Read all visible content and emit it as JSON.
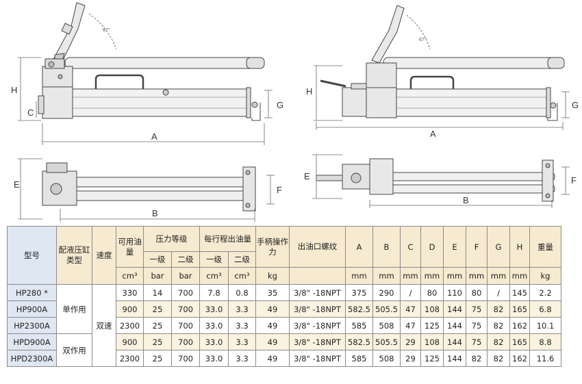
{
  "drawing_labels": {
    "left_side": {
      "H": "H",
      "C": "C",
      "G": "G",
      "A": "A",
      "angle": "67°"
    },
    "left_top": {
      "E": "E",
      "F": "F",
      "B": "B"
    },
    "right_side": {
      "H": "H",
      "G": "G",
      "A": "A",
      "angle": "67°"
    },
    "right_top": {
      "E": "E",
      "F": "F",
      "B": "B"
    }
  },
  "table": {
    "headers": {
      "model": "型号",
      "cylinder_type": "配液压缸类型",
      "speed": "速度",
      "usable_oil": "可用油量",
      "pressure_level": "压力等级",
      "oil_per_stroke": "每行程出油量",
      "handle_force": "手柄操作力",
      "outlet_thread": "出油口螺纹",
      "A": "A",
      "B": "B",
      "C": "C",
      "D": "D",
      "E": "E",
      "F": "F",
      "G": "G",
      "H": "H",
      "weight": "重量",
      "stage1": "一级",
      "stage2": "二级",
      "stage1b": "一级",
      "stage2b": "二级"
    },
    "units": {
      "usable_oil": "cm³",
      "p1": "bar",
      "p2": "bar",
      "o1": "cm³",
      "o2": "cm³",
      "handle_force": "kg",
      "outlet_thread": "",
      "A": "mm",
      "B": "mm",
      "C": "mm",
      "D": "mm",
      "E": "mm",
      "F": "mm",
      "G": "mm",
      "H": "mm",
      "weight": "kg"
    },
    "groups": {
      "single_acting": "单作用",
      "double_acting": "双作用",
      "dual_speed": "双速"
    },
    "rows": [
      {
        "model": "HP280 *",
        "oil": "330",
        "p1": "14",
        "p2": "700",
        "o1": "7.8",
        "o2": "0.8",
        "force": "35",
        "thread": "3/8\" -18NPT",
        "A": "375",
        "B": "290",
        "C": "/",
        "D": "80",
        "E": "110",
        "F": "80",
        "G": "/",
        "H": "145",
        "weight": "2.2"
      },
      {
        "model": "HP900A",
        "oil": "900",
        "p1": "25",
        "p2": "700",
        "o1": "33.0",
        "o2": "3.3",
        "force": "49",
        "thread": "3/8\" -18NPT",
        "A": "582.5",
        "B": "505.5",
        "C": "47",
        "D": "108",
        "E": "144",
        "F": "75",
        "G": "82",
        "H": "165",
        "weight": "6.8"
      },
      {
        "model": "HP2300A",
        "oil": "2300",
        "p1": "25",
        "p2": "700",
        "o1": "33.0",
        "o2": "3.3",
        "force": "49",
        "thread": "3/8\" -18NPT",
        "A": "585",
        "B": "508",
        "C": "47",
        "D": "125",
        "E": "144",
        "F": "75",
        "G": "82",
        "H": "162",
        "weight": "10.1"
      },
      {
        "model": "HPD900A",
        "oil": "900",
        "p1": "25",
        "p2": "700",
        "o1": "33.0",
        "o2": "3.3",
        "force": "49",
        "thread": "3/8\" -18NPT",
        "A": "582.5",
        "B": "505.5",
        "C": "29",
        "D": "108",
        "E": "144",
        "F": "75",
        "G": "82",
        "H": "165",
        "weight": "8.8"
      },
      {
        "model": "HPD2300A",
        "oil": "2300",
        "p1": "25",
        "p2": "700",
        "o1": "33.0",
        "o2": "3.3",
        "force": "49",
        "thread": "3/8\" -18NPT",
        "A": "585",
        "B": "508",
        "C": "29",
        "D": "125",
        "E": "144",
        "F": "82",
        "G": "82",
        "H": "162",
        "weight": "11.6"
      }
    ]
  }
}
